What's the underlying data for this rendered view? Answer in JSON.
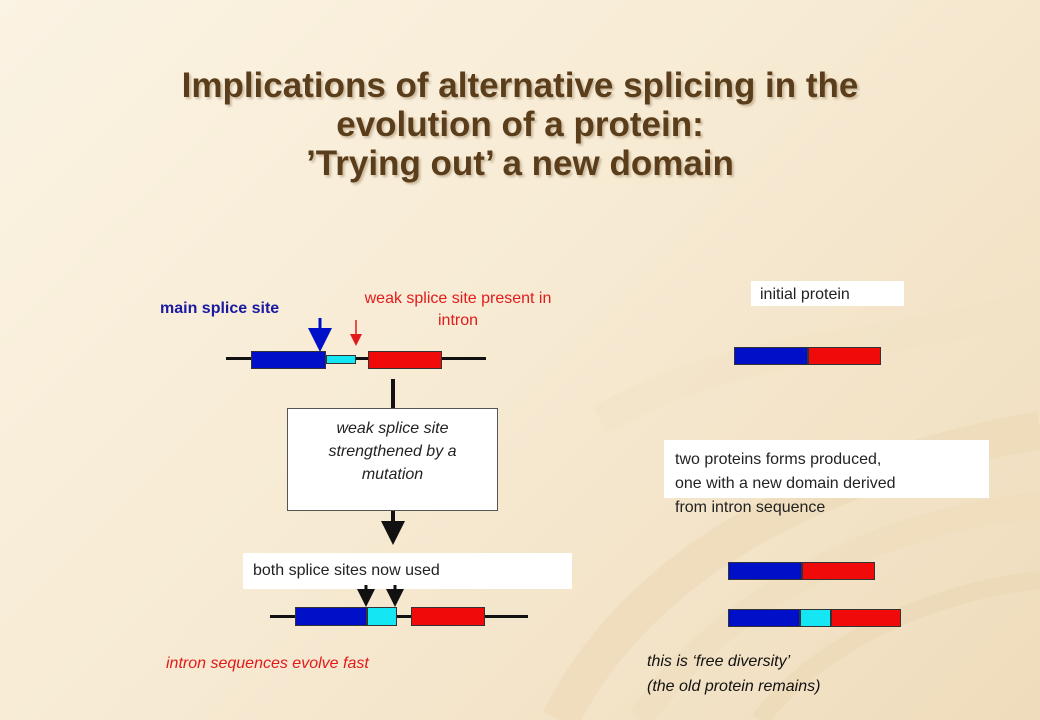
{
  "title": {
    "line1": "Implications of alternative splicing in the",
    "line2": "evolution of a protein:",
    "line3": "’Trying out’ a new domain"
  },
  "labels": {
    "main_splice_site": "main splice site",
    "weak_splice_line1": "weak splice site present in",
    "weak_splice_line2": "intron",
    "mutation_line1": "weak splice site",
    "mutation_line2": "strengthened by a",
    "mutation_line3": "mutation",
    "both_sites": "both splice sites now used",
    "intron_evolve": "intron sequences evolve fast",
    "initial_protein": "initial protein",
    "two_proteins_line1": "two proteins forms produced,",
    "two_proteins_line2": "one with a new domain derived",
    "two_proteins_line3": "from intron sequence",
    "free_diversity_line1": "this is ‘free diversity’",
    "free_diversity_line2": "(the old protein remains)"
  },
  "colors": {
    "exon_blue": "#0010c8",
    "exon_red": "#f00a0a",
    "intron_cyan": "#14e6f4",
    "title": "#5a3d1b",
    "label_blue": "#1a1aa0",
    "label_red": "#e11b1b"
  }
}
